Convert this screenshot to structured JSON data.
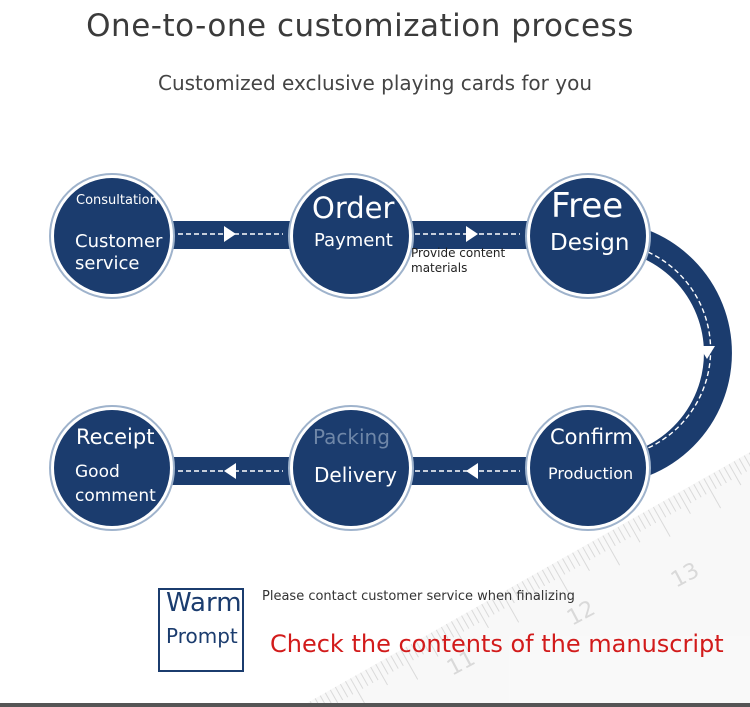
{
  "header": {
    "title": "One-to-one customization process",
    "subtitle": "Customized exclusive playing cards for you"
  },
  "colors": {
    "circle_fill": "#1b3c6e",
    "track_fill": "#1b3c6e",
    "dash_line": "#ffffff",
    "accent_red": "#d21b1b",
    "ruler_gray": "#c8c8c8"
  },
  "steps": {
    "step1": {
      "top": "Consultation",
      "main1": "Customer",
      "main2": "service"
    },
    "step2": {
      "top": "Order",
      "main": "Payment"
    },
    "step3": {
      "top": "Free",
      "main": "Design"
    },
    "step4": {
      "top": "Confirm",
      "main": "Production"
    },
    "step5": {
      "top": "Packing",
      "main": "Delivery"
    },
    "step6": {
      "top": "Receipt",
      "main1": "Good",
      "main2": "comment"
    }
  },
  "connector_note": {
    "line1": "Provide content",
    "line2": "materials"
  },
  "ruler": {
    "numbers": [
      "11",
      "12",
      "13"
    ]
  },
  "prompt": {
    "label_line1": "Warm",
    "label_line2": "Prompt",
    "detail": "Please contact customer service when finalizing",
    "highlight": "Check the contents of the manuscript"
  }
}
